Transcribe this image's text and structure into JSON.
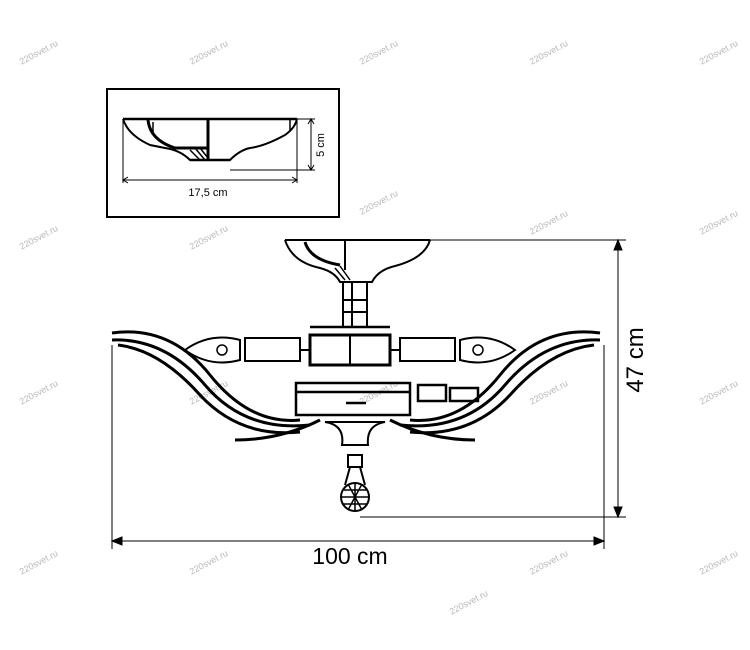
{
  "watermark": "220svet.ru",
  "inset": {
    "width_label": "17,5 cm",
    "height_label": "5 cm"
  },
  "main": {
    "width_label": "100 cm",
    "height_label": "47 cm"
  }
}
